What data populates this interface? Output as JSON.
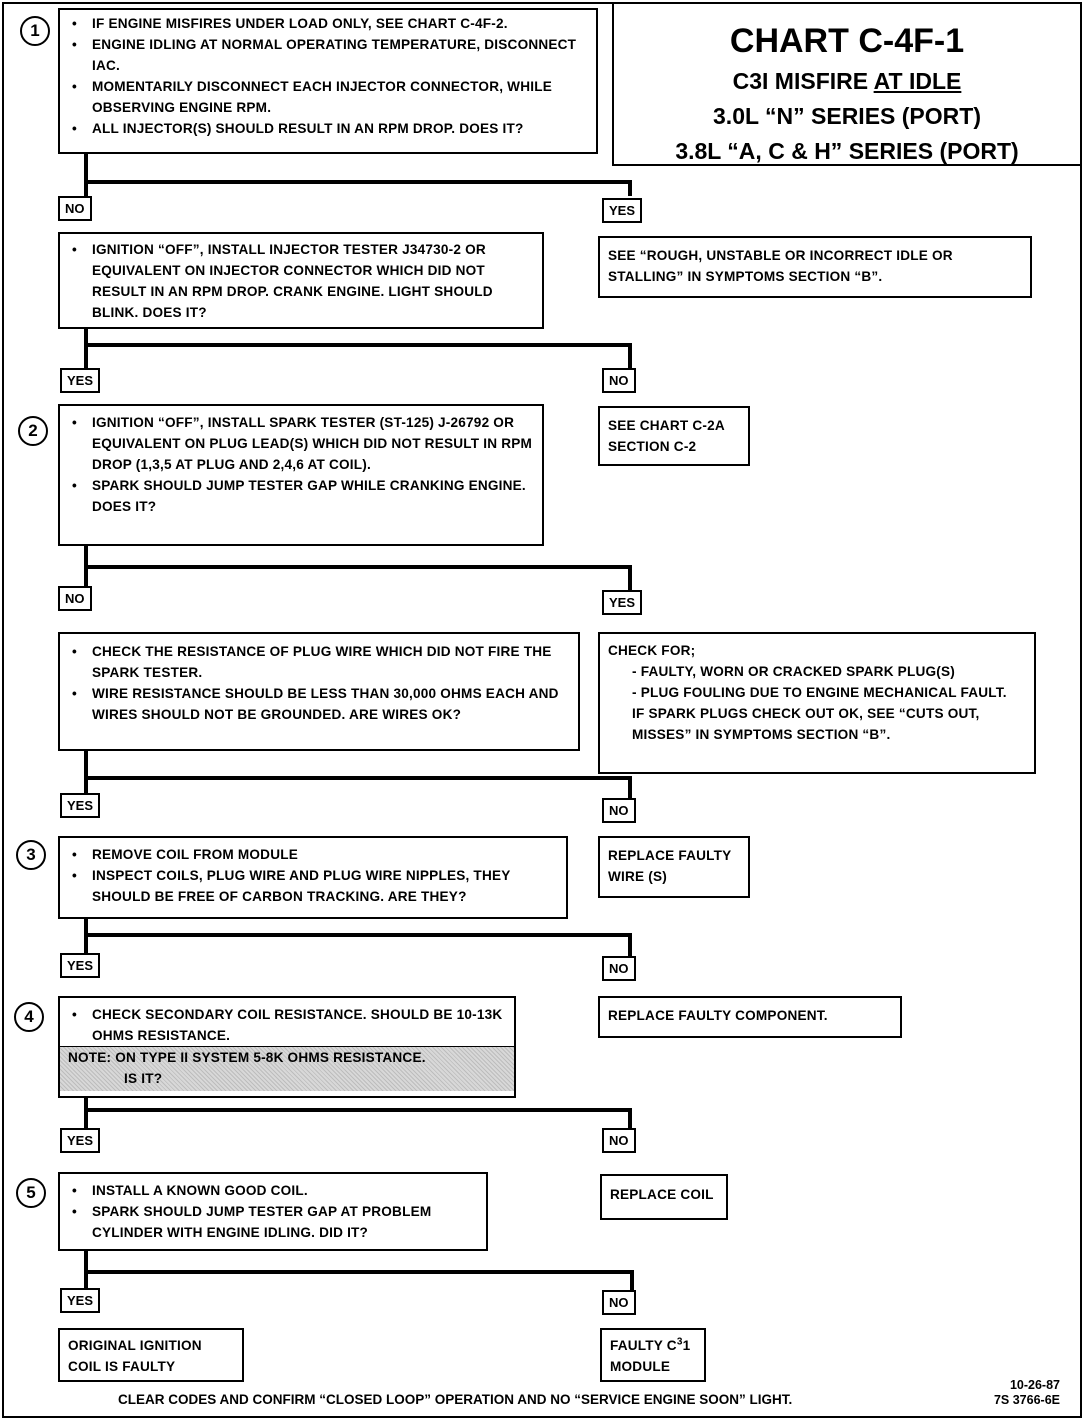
{
  "title": {
    "chart": "CHART C-4F-1",
    "line1_prefix": "C3I MISFIRE ",
    "line1_underlined": "AT IDLE",
    "line2": "3.0L “N” SERIES (PORT)",
    "line3": "3.8L “A, C & H” SERIES (PORT)"
  },
  "steps": {
    "s1": "1",
    "s2": "2",
    "s3": "3",
    "s4": "4",
    "s5": "5"
  },
  "box1": [
    "IF ENGINE MISFIRES UNDER LOAD ONLY, SEE CHART C-4F-2.",
    "ENGINE IDLING AT NORMAL OPERATING TEMPERATURE, DISCONNECT IAC.",
    "MOMENTARILY DISCONNECT EACH INJECTOR CONNECTOR, WHILE OBSERVING ENGINE RPM.",
    "ALL INJECTOR(S) SHOULD RESULT IN AN RPM DROP.  DOES IT?"
  ],
  "box1_yes": "SEE “ROUGH, UNSTABLE OR INCORRECT IDLE OR STALLING” IN SYMPTOMS SECTION “B”.",
  "box2": [
    "IGNITION “OFF”, INSTALL INJECTOR TESTER J34730-2 OR EQUIVALENT ON INJECTOR CONNECTOR WHICH DID NOT RESULT IN AN RPM DROP.  CRANK ENGINE.  LIGHT SHOULD BLINK. DOES IT?"
  ],
  "box2_no": "SEE CHART C-2A SECTION C-2",
  "box3": [
    "IGNITION “OFF”, INSTALL SPARK TESTER (ST-125) J-26792 OR EQUIVALENT ON PLUG LEAD(S) WHICH DID NOT RESULT IN RPM DROP (1,3,5 AT PLUG AND 2,4,6 AT COIL).",
    "SPARK SHOULD JUMP TESTER GAP WHILE CRANKING ENGINE.  DOES IT?"
  ],
  "box3_yes": {
    "head": "CHECK FOR;",
    "items": [
      "- FAULTY, WORN OR CRACKED SPARK PLUG(S)",
      "- PLUG FOULING DUE TO ENGINE MECHANICAL FAULT.",
      "IF SPARK PLUGS CHECK OUT OK, SEE “CUTS OUT, MISSES” IN SYMPTOMS SECTION “B”."
    ]
  },
  "box4": [
    "CHECK THE RESISTANCE OF PLUG WIRE  WHICH DID NOT FIRE THE SPARK TESTER.",
    "WIRE RESISTANCE SHOULD BE LESS THAN 30,000 OHMS EACH  AND WIRES  SHOULD NOT BE GROUNDED.  ARE WIRES OK?"
  ],
  "box4_no": "REPLACE FAULTY WIRE (S)",
  "box5": [
    "REMOVE COIL FROM MODULE",
    "INSPECT COILS, PLUG WIRE AND PLUG WIRE NIPPLES, THEY SHOULD BE  FREE OF CARBON TRACKING.  ARE THEY?"
  ],
  "box5_no": "REPLACE FAULTY COMPONENT.",
  "box6": [
    "CHECK SECONDARY COIL RESISTANCE.  SHOULD BE 10-13K OHMS RESISTANCE."
  ],
  "box6_note": "NOTE:  ON TYPE II SYSTEM 5-8K OHMS RESISTANCE.",
  "box6_note2": "IS IT?",
  "box6_no": "REPLACE COIL",
  "box7": [
    "INSTALL A KNOWN GOOD COIL.",
    "SPARK SHOULD JUMP TESTER GAP AT PROBLEM CYLINDER  WITH ENGINE IDLING.  DID IT?"
  ],
  "box7_yes": "ORIGINAL IGNITION COIL IS FAULTY",
  "box7_no_prefix": "FAULTY C",
  "box7_no_sup": "3",
  "box7_no_suffix": "1 MODULE",
  "labels": {
    "yes": "YES",
    "no": "NO"
  },
  "footer": "CLEAR CODES AND CONFIRM “CLOSED LOOP”  OPERATION AND NO “SERVICE ENGINE SOON” LIGHT.",
  "stamp": {
    "date": "10-26-87",
    "code": "7S 3766-6E"
  }
}
